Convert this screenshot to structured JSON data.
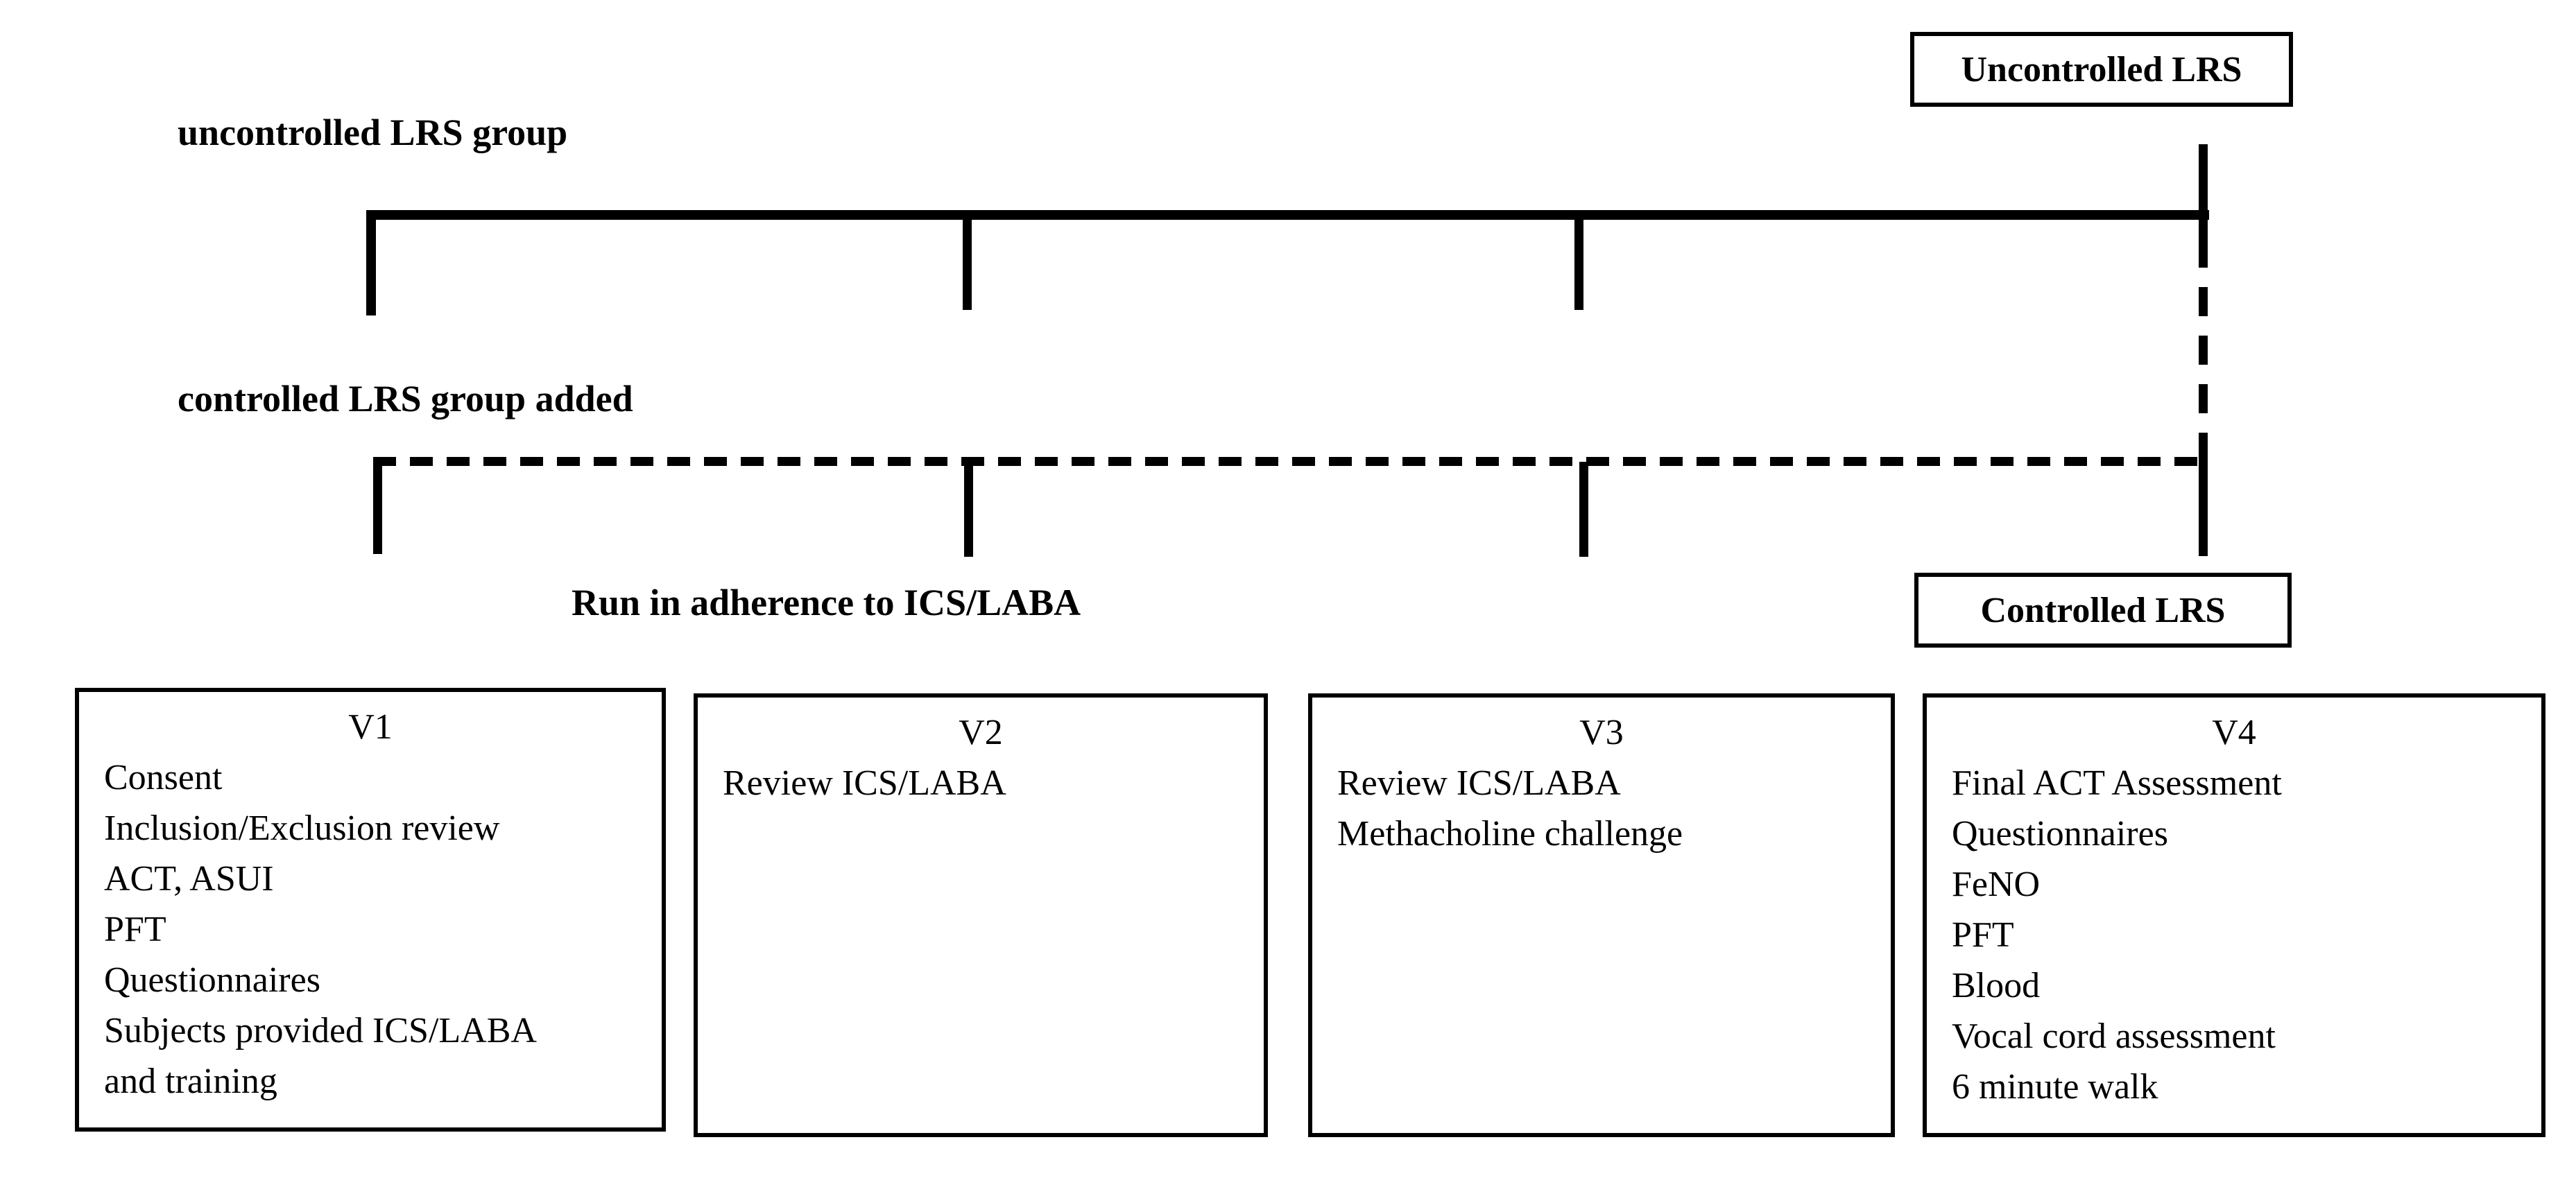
{
  "palette": {
    "background": "#ffffff",
    "line": "#000000",
    "text": "#000000"
  },
  "timeline": {
    "uncontrolled_label": "uncontrolled LRS group",
    "controlled_label": "controlled LRS group added",
    "run_in_label": "Run in adherence to ICS/LABA",
    "uncontrolled_endpoint": "Uncontrolled LRS",
    "controlled_endpoint": "Controlled LRS"
  },
  "visits": [
    {
      "title": "V1",
      "items": [
        "Consent",
        "Inclusion/Exclusion review",
        "ACT, ASUI",
        "PFT",
        "Questionnaires",
        "Subjects provided ICS/LABA",
        "and training"
      ]
    },
    {
      "title": "V2",
      "items": [
        "Review ICS/LABA"
      ]
    },
    {
      "title": "V3",
      "items": [
        "Review ICS/LABA",
        "Methacholine challenge"
      ]
    },
    {
      "title": "V4",
      "items": [
        "Final ACT Assessment",
        "Questionnaires",
        "FeNO",
        "PFT",
        "Blood",
        "Vocal cord assessment",
        "6 minute walk"
      ]
    }
  ]
}
